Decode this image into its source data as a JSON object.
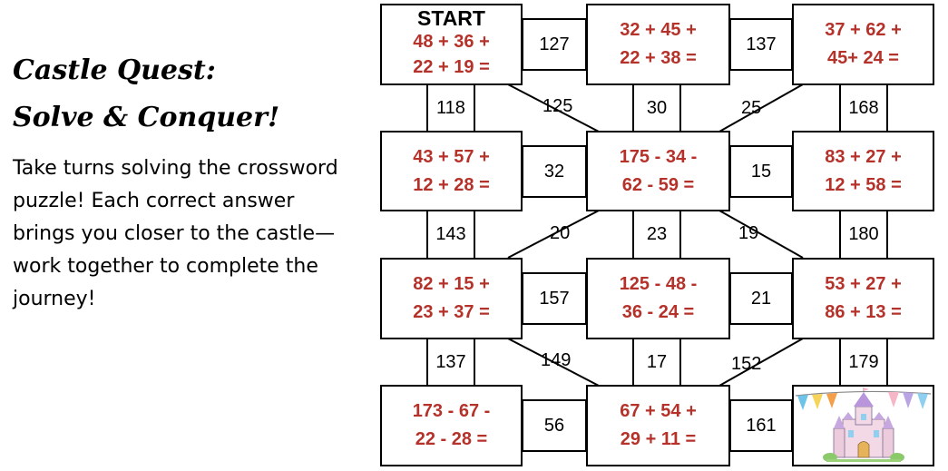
{
  "title": {
    "line1": "Castle Quest:",
    "line2": "Solve & Conquer!"
  },
  "description": "Take turns solving the crossword puzzle! Each correct answer brings you closer to the castle—work together to complete the journey!",
  "start_label": "START",
  "boxes": {
    "r1c1": {
      "line1": "48 + 36 +",
      "line2": "22 + 19 ="
    },
    "r1c2": {
      "line1": "32 + 45 +",
      "line2": "22 + 38 ="
    },
    "r1c3": {
      "line1": "37 + 62 +",
      "line2": "45+ 24 ="
    },
    "r2c1": {
      "line1": "43 + 57 +",
      "line2": "12 + 28 ="
    },
    "r2c2": {
      "line1": "175 - 34 -",
      "line2": "62 - 59 ="
    },
    "r2c3": {
      "line1": "83 + 27 +",
      "line2": "12 + 58 ="
    },
    "r3c1": {
      "line1": "82 + 15 +",
      "line2": "23 + 37 ="
    },
    "r3c2": {
      "line1": "125 - 48 -",
      "line2": "36 - 24 ="
    },
    "r3c3": {
      "line1": "53 + 27 +",
      "line2": "86 + 13 ="
    },
    "r4c1": {
      "line1": "173 - 67 -",
      "line2": "22 - 28 ="
    },
    "r4c2": {
      "line1": "67 + 54 +",
      "line2": "29 + 11 ="
    }
  },
  "paths": {
    "h_r1_12": "127",
    "h_r1_23": "137",
    "h_r2_12": "32",
    "h_r2_23": "15",
    "h_r3_12": "157",
    "h_r3_23": "21",
    "h_r4_12": "56",
    "h_r4_23": "161",
    "v_12_c1": "118",
    "v_12_c2": "30",
    "v_12_c3": "168",
    "v_23_c1": "143",
    "v_23_c2": "23",
    "v_23_c3": "180",
    "v_34_c1": "137",
    "v_34_c2": "17",
    "v_34_c3": "179",
    "d_12_l": "125",
    "d_12_r": "25",
    "d_23_l": "20",
    "d_23_r": "19",
    "d_34_l": "149",
    "d_34_r": "152"
  },
  "castle_icon": "castle-with-bunting-icon",
  "colors": {
    "equation": "#b5322a",
    "text": "#000000"
  }
}
